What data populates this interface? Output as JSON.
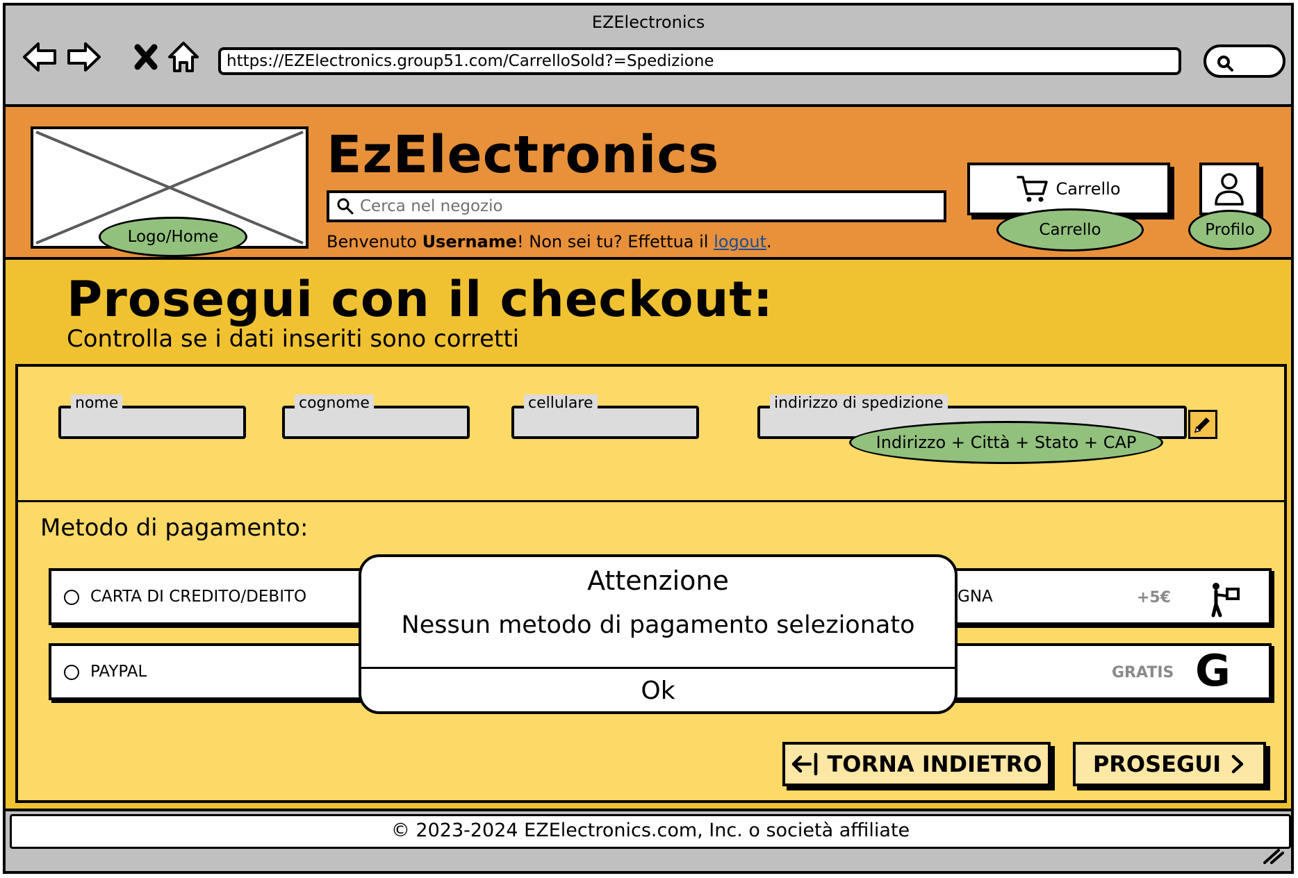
{
  "window": {
    "title": "EZElectronics",
    "url": "https://EZElectronics.group51.com/CarrelloSold?=Spedizione"
  },
  "header": {
    "logo_label": "Logo/Home",
    "brand": "EzElectronics",
    "search_placeholder": "Cerca nel negozio",
    "welcome_prefix": "Benvenuto ",
    "username": "Username",
    "welcome_mid": "! Non sei tu? Effettua il ",
    "logout_link": "logout",
    "welcome_suffix": ".",
    "cart_button": "Carrello",
    "cart_label": "Carrello",
    "profile_label": "Profilo"
  },
  "checkout": {
    "title": "Prosegui con il checkout:",
    "subtitle": "Controlla se i dati inseriti sono corretti",
    "fields": {
      "nome": "nome",
      "cognome": "cognome",
      "cellulare": "cellulare",
      "indirizzo": "indirizzo di spedizione",
      "indirizzo_note": "Indirizzo + Città + Stato + CAP"
    },
    "payment_title": "Metodo di pagamento:",
    "payments": {
      "card": "CARTA DI CREDITO/DEBITO",
      "paypal": "PAYPAL",
      "delivery_fragment": "GNA",
      "delivery_price": "+5€",
      "google_price": "GRATIS",
      "google_glyph": "G"
    },
    "back_button": "TORNA INDIETRO",
    "next_button": "PROSEGUI"
  },
  "modal": {
    "title": "Attenzione",
    "message": "Nessun metodo di pagamento selezionato",
    "ok": "Ok"
  },
  "footer": {
    "copyright": "© 2023-2024 EZElectronics.com, Inc. o società affiliate"
  },
  "colors": {
    "header": "#e8913a",
    "main": "#f0c232",
    "panel": "#fdd967",
    "pill": "#92c17e",
    "chrome": "#c0c0c0"
  }
}
